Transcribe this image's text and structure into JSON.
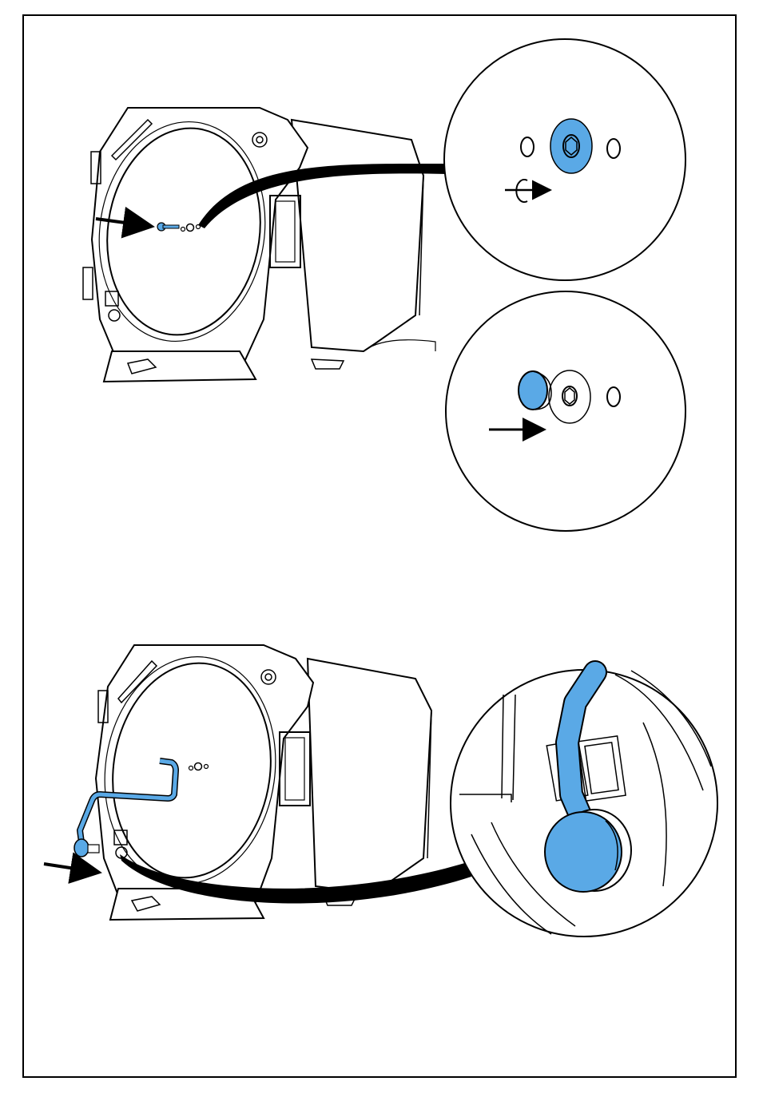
{
  "colors": {
    "highlight": "#5aa9e6",
    "line": "#000000",
    "background": "#ffffff"
  },
  "steps": [
    {
      "id": "step-1",
      "illustration": "drum-unit-with-plug-location",
      "callouts": [
        {
          "id": "detail-remove",
          "icon": "rotate-arrow-icon",
          "highlight": "hex-plug-with-washer"
        },
        {
          "id": "detail-insert",
          "icon": "arrow-right-icon",
          "highlight": "plug-cap"
        }
      ]
    },
    {
      "id": "step-2",
      "illustration": "drum-unit-with-hose",
      "callouts": [
        {
          "id": "detail-hose-connector",
          "icon": "arrow-right-icon",
          "highlight": "hose-end-cap"
        }
      ]
    }
  ]
}
